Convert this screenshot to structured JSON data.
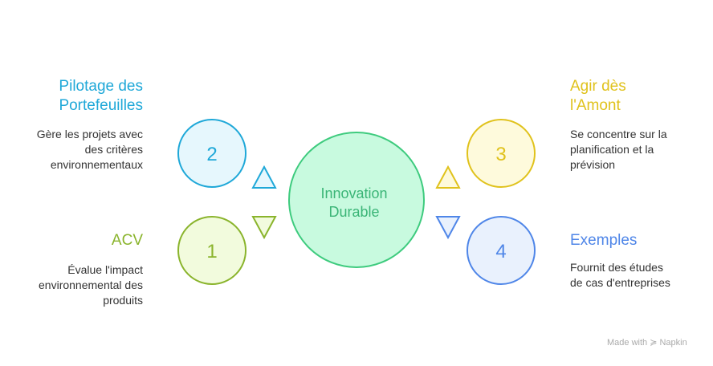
{
  "center": {
    "label_line1": "Innovation",
    "label_line2": "Durable"
  },
  "items": [
    {
      "number": "2",
      "title_line1": "Pilotage des",
      "title_line2": "Portefeuilles",
      "desc_line1": "Gère les projets avec",
      "desc_line2": "des critères",
      "desc_line3": "environnementaux"
    },
    {
      "number": "1",
      "title_line1": "ACV",
      "desc_line1": "Évalue l'impact",
      "desc_line2": "environnemental des",
      "desc_line3": "produits"
    },
    {
      "number": "3",
      "title_line1": "Agir dès",
      "title_line2": "l'Amont",
      "desc_line1": "Se concentre sur la",
      "desc_line2": "planification et la",
      "desc_line3": "prévision"
    },
    {
      "number": "4",
      "title_line1": "Exemples",
      "desc_line1": "Fournit des études",
      "desc_line2": "de cas d'entreprises"
    }
  ],
  "colors": {
    "blue": "#1fa8d8",
    "green": "#8ab42c",
    "yellow": "#e0c21c",
    "royal": "#4f86e8",
    "center": "#3ecb7e"
  },
  "footer": {
    "made_with": "Made with",
    "brand": "Napkin"
  }
}
